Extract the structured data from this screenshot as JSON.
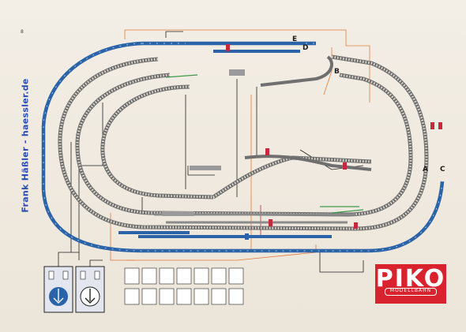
{
  "watermark": "Frank Häßler - haessler.de",
  "logo": {
    "text": "PIKO",
    "subtext": "MODELLBAHN",
    "color": "#d8232e"
  },
  "page_number": "8",
  "track_labels": [
    "A",
    "B",
    "C",
    "D",
    "E"
  ],
  "colors": {
    "main_track": "#2a63a8",
    "siding": "#9a9a9a",
    "wire_orange": "#e07b3a",
    "wire_black": "#222222",
    "wire_red": "#c8283c",
    "paper": "#efe9df"
  }
}
